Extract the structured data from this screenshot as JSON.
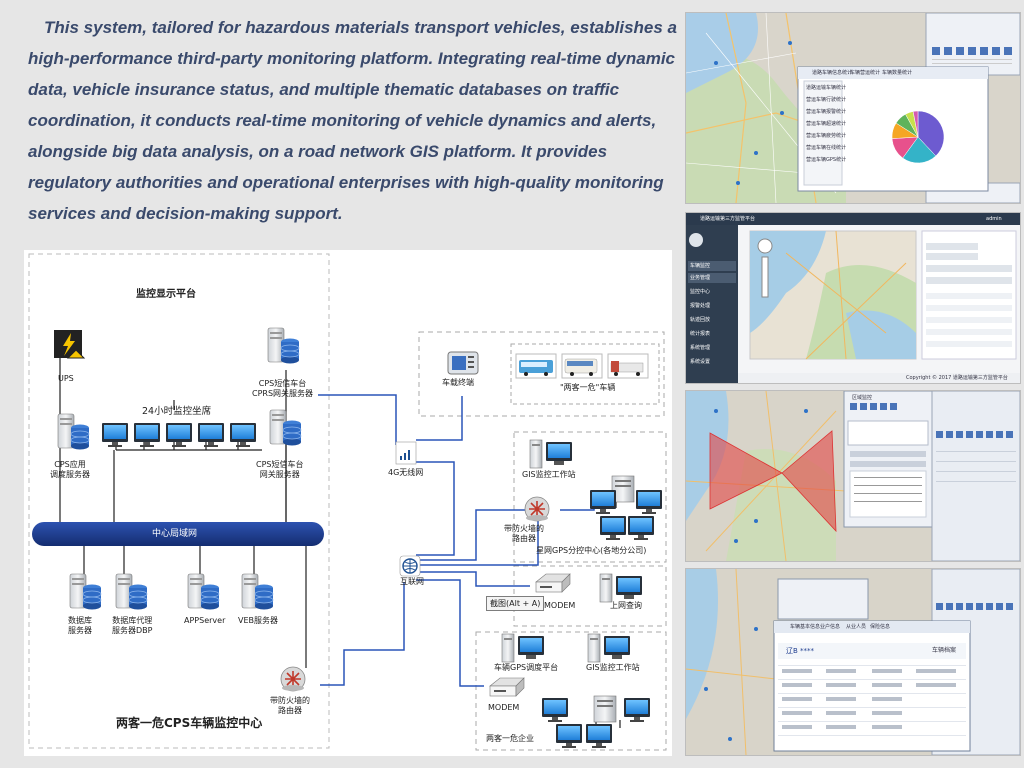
{
  "intro": {
    "text": "This system, tailored for hazardous materials transport vehicles, establishes a high-performance third-party monitoring platform. Integrating real-time dynamic data, vehicle insurance status, and multiple thematic databases on traffic coordination, it conducts real-time monitoring of vehicle dynamics and alerts, alongside big data analysis, on a road network GIS platform. It provides regulatory authorities and operational enterprises with high-quality monitoring services and decision-making support."
  },
  "diagram": {
    "platform_title": "监控显示平台",
    "center_title": "两客一危CPS车辆监控中心",
    "lan_label": "中心局域网",
    "ups": "UPS",
    "seats": "24小时监控坐席",
    "cps_app_server": "CPS应用\n调度服务器",
    "cps_sms_gprs": "CPS短信车台\nCPRS网关服务器",
    "cps_sms_gateway": "CPS短信车台\n网关服务器",
    "db_server": "数据库\n服务器",
    "db_proxy": "数据库代理\n服务器DBP",
    "app_server": "APPServer",
    "web_server": "VEB服务器",
    "firewall_router": "带防火墙的\n路由器",
    "wireless": "4G无线网",
    "terminal": "车载终端",
    "vehicles": "\"两客一危\"车辆",
    "gis_station": "GIS监控工作站",
    "branch_router": "带防火墙的\n路由器",
    "branch_center": "星网GPS分控中心(各地分公司)",
    "internet": "互联网",
    "modem": "MODEM",
    "online_query": "上网查询",
    "tooltip": "截图(Alt + A)",
    "vehicle_dispatch": "车辆GPS调度平台",
    "gis_station2": "GIS监控工作站",
    "modem2": "MODEM",
    "enterprise": "两客一危企业"
  },
  "screenshots": {
    "s1": {
      "tabs": [
        "道路车辆信息统计",
        "车辆营运统计",
        "车辆数量统计"
      ],
      "menu": [
        "道路运输车辆统计",
        "营运车辆行驶统计",
        "营运车辆报警统计",
        "营运车辆超速统计",
        "营运车辆疲劳统计",
        "营运车辆在线统计",
        "营运车辆GPS统计"
      ],
      "pie_slices": [
        38,
        22,
        14,
        10,
        8,
        5,
        3
      ],
      "pie_colors": [
        "#6d5bd0",
        "#34b3c8",
        "#e7518c",
        "#f5a623",
        "#5fb35b",
        "#c8e04c",
        "#d45ab0"
      ]
    },
    "s2": {
      "brand": "道路运输第三方监管平台",
      "user": "admin",
      "menu": [
        "车辆监控",
        "业务管理",
        "监控中心",
        "报警处理",
        "轨迹回放",
        "统计报表",
        "系统管理",
        "系统设置"
      ],
      "footer": "Copyright © 2017 道路运输第三方监管平台"
    },
    "s3": {
      "caption": "区域监控"
    },
    "s4": {
      "title": "辽B ****",
      "subtitle": "车辆档案",
      "tabs": [
        "车辆基本信息",
        "业户信息",
        "从业人员",
        "保险信息"
      ]
    }
  },
  "colors": {
    "accent": "#1f3d8f",
    "lan_bar": "#1b3a8c",
    "intro_text": "#3a4a6c",
    "link_line": "#2a55b8"
  }
}
